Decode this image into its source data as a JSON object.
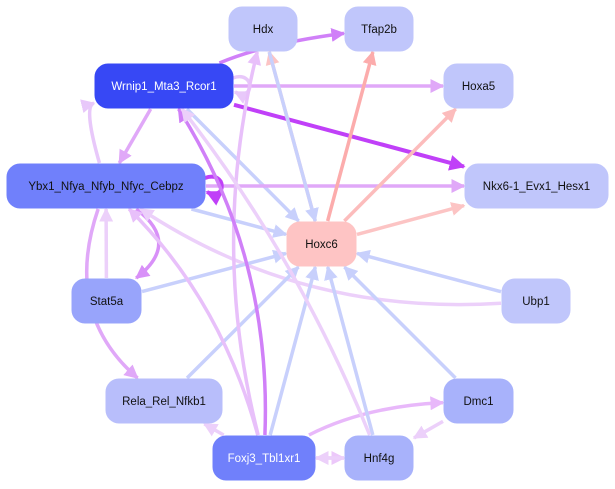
{
  "graph": {
    "type": "gene-regulatory-network",
    "nodes": [
      {
        "id": "Hdx",
        "label": "Hdx",
        "fill": "#c0c6fb",
        "text": "#111111"
      },
      {
        "id": "Tfap2b",
        "label": "Tfap2b",
        "fill": "#c0c6fb",
        "text": "#111111"
      },
      {
        "id": "Wrnip1_Mta3_Rcor1",
        "label": "Wrnip1_Mta3_Rcor1",
        "fill": "#3748f5",
        "text": "#ffffff"
      },
      {
        "id": "Hoxa5",
        "label": "Hoxa5",
        "fill": "#c0c6fb",
        "text": "#111111"
      },
      {
        "id": "Ybx1_Nfya_Nfyb_Nfyc_Cebpz",
        "label": "Ybx1_Nfya_Nfyb_Nfyc_Cebpz",
        "fill": "#7080fb",
        "text": "#111111"
      },
      {
        "id": "Nkx6-1_Evx1_Hesx1",
        "label": "Nkx6-1_Evx1_Hesx1",
        "fill": "#c0c6fb",
        "text": "#111111"
      },
      {
        "id": "Hoxc6",
        "label": "Hoxc6",
        "fill": "#fec4c4",
        "text": "#111111"
      },
      {
        "id": "Ubp1",
        "label": "Ubp1",
        "fill": "#c0c6fb",
        "text": "#111111"
      },
      {
        "id": "Stat5a",
        "label": "Stat5a",
        "fill": "#98a4fb",
        "text": "#111111"
      },
      {
        "id": "Rela_Rel_Nfkb1",
        "label": "Rela_Rel_Nfkb1",
        "fill": "#b8befb",
        "text": "#111111"
      },
      {
        "id": "Dmc1",
        "label": "Dmc1",
        "fill": "#a8b2fb",
        "text": "#111111"
      },
      {
        "id": "Foxj3_Tbl1xr1",
        "label": "Foxj3_Tbl1xr1",
        "fill": "#7080fb",
        "text": "#ffffff"
      },
      {
        "id": "Hnf4g",
        "label": "Hnf4g",
        "fill": "#a8b2fb",
        "text": "#111111"
      }
    ],
    "edges": [
      {
        "from": "Wrnip1_Mta3_Rcor1",
        "to": "Tfap2b",
        "color": "#d080f8"
      },
      {
        "from": "Wrnip1_Mta3_Rcor1",
        "to": "Hoxa5",
        "color": "#e0a8f8"
      },
      {
        "from": "Wrnip1_Mta3_Rcor1",
        "to": "Nkx6-1_Evx1_Hesx1",
        "color": "#c040f8"
      },
      {
        "from": "Wrnip1_Mta3_Rcor1",
        "to": "Ybx1_Nfya_Nfyb_Nfyc_Cebpz",
        "color": "#e0a8f8"
      },
      {
        "from": "Wrnip1_Mta3_Rcor1",
        "to": "Hoxc6",
        "color": "#c8d0fc"
      },
      {
        "from": "Wrnip1_Mta3_Rcor1",
        "to": "Wrnip1_Mta3_Rcor1",
        "color": "#e8c8fa"
      },
      {
        "from": "Ybx1_Nfya_Nfyb_Nfyc_Cebpz",
        "to": "Nkx6-1_Evx1_Hesx1",
        "color": "#e0a8f8"
      },
      {
        "from": "Ybx1_Nfya_Nfyb_Nfyc_Cebpz",
        "to": "Hoxc6",
        "color": "#c8d0fc"
      },
      {
        "from": "Ybx1_Nfya_Nfyb_Nfyc_Cebpz",
        "to": "Stat5a",
        "color": "#d890f8"
      },
      {
        "from": "Ybx1_Nfya_Nfyb_Nfyc_Cebpz",
        "to": "Rela_Rel_Nfkb1",
        "color": "#e0a8f8"
      },
      {
        "from": "Ybx1_Nfya_Nfyb_Nfyc_Cebpz",
        "to": "Ybx1_Nfya_Nfyb_Nfyc_Cebpz",
        "color": "#c040f8"
      },
      {
        "from": "Ybx1_Nfya_Nfyb_Nfyc_Cebpz",
        "to": "Wrnip1_Mta3_Rcor1",
        "color": "#e8c8fa"
      },
      {
        "from": "Hoxc6",
        "to": "Tfap2b",
        "color": "#fcacac"
      },
      {
        "from": "Hoxc6",
        "to": "Hoxa5",
        "color": "#fcbcbc"
      },
      {
        "from": "Hoxc6",
        "to": "Nkx6-1_Evx1_Hesx1",
        "color": "#fcc4c4"
      },
      {
        "from": "Hoxc6",
        "to": "Hdx",
        "color": "#fcc4c4"
      },
      {
        "from": "Hdx",
        "to": "Hoxc6",
        "color": "#c8d0fc"
      },
      {
        "from": "Ubp1",
        "to": "Hoxc6",
        "color": "#c8d0fc"
      },
      {
        "from": "Ubp1",
        "to": "Ybx1_Nfya_Nfyb_Nfyc_Cebpz",
        "color": "#ecd0fa"
      },
      {
        "from": "Stat5a",
        "to": "Hoxc6",
        "color": "#c8d0fc"
      },
      {
        "from": "Stat5a",
        "to": "Ybx1_Nfya_Nfyb_Nfyc_Cebpz",
        "color": "#ecd0fa"
      },
      {
        "from": "Rela_Rel_Nfkb1",
        "to": "Hoxc6",
        "color": "#c8d0fc"
      },
      {
        "from": "Dmc1",
        "to": "Hoxc6",
        "color": "#c8d0fc"
      },
      {
        "from": "Dmc1",
        "to": "Hnf4g",
        "color": "#ecd0fa"
      },
      {
        "from": "Foxj3_Tbl1xr1",
        "to": "Hoxc6",
        "color": "#c8d0fc"
      },
      {
        "from": "Foxj3_Tbl1xr1",
        "to": "Hdx",
        "color": "#e8c0fa"
      },
      {
        "from": "Foxj3_Tbl1xr1",
        "to": "Ybx1_Nfya_Nfyb_Nfyc_Cebpz",
        "color": "#e8c0fa"
      },
      {
        "from": "Foxj3_Tbl1xr1",
        "to": "Wrnip1_Mta3_Rcor1",
        "color": "#d080f8"
      },
      {
        "from": "Foxj3_Tbl1xr1",
        "to": "Rela_Rel_Nfkb1",
        "color": "#ecd0fa"
      },
      {
        "from": "Foxj3_Tbl1xr1",
        "to": "Dmc1",
        "color": "#e8b8fa"
      },
      {
        "from": "Foxj3_Tbl1xr1",
        "to": "Hnf4g",
        "color": "#ecc8fa"
      },
      {
        "from": "Hnf4g",
        "to": "Hoxc6",
        "color": "#c8d0fc"
      },
      {
        "from": "Hnf4g",
        "to": "Wrnip1_Mta3_Rcor1",
        "color": "#ecd0fa"
      },
      {
        "from": "Hnf4g",
        "to": "Foxj3_Tbl1xr1",
        "color": "#ecd0fa"
      }
    ]
  }
}
